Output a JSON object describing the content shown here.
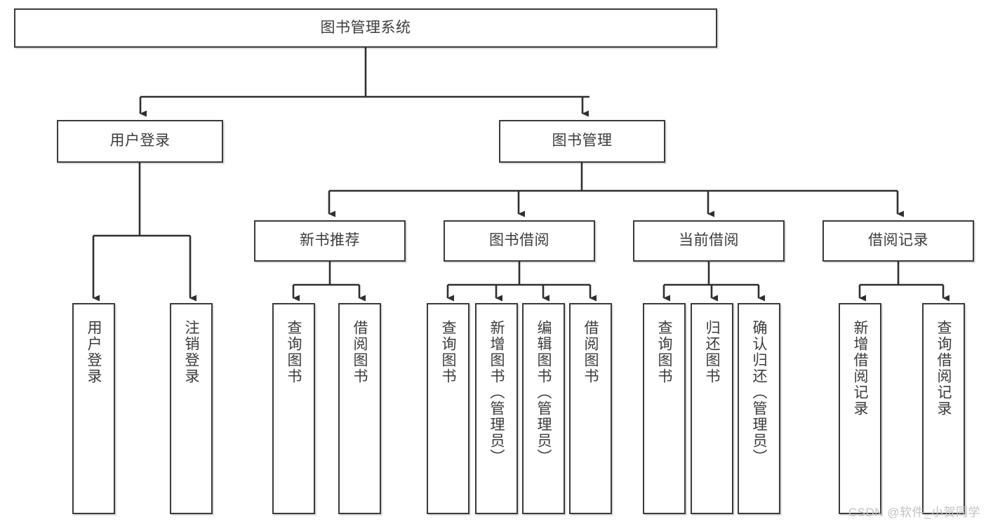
{
  "diagram": {
    "title": "图书管理系统",
    "type": "tree",
    "root": {
      "label": "图书管理系统"
    },
    "level2": [
      {
        "label": "用户登录"
      },
      {
        "label": "图书管理"
      }
    ],
    "level3": [
      {
        "label": "新书推荐",
        "parent": "图书管理"
      },
      {
        "label": "图书借阅",
        "parent": "图书管理"
      },
      {
        "label": "当前借阅",
        "parent": "图书管理"
      },
      {
        "label": "借阅记录",
        "parent": "图书管理"
      }
    ],
    "leaves_user_login": [
      {
        "label": "用户登录"
      },
      {
        "label": "注销登录"
      }
    ],
    "leaves_new_book": [
      {
        "label": "查询图书"
      },
      {
        "label": "借阅图书"
      }
    ],
    "leaves_book_borrow": [
      {
        "label": "查询图书"
      },
      {
        "label": "新增图书（管理员）"
      },
      {
        "label": "编辑图书（管理员）"
      },
      {
        "label": "借阅图书"
      }
    ],
    "leaves_current_borrow": [
      {
        "label": "查询图书"
      },
      {
        "label": "归还图书"
      },
      {
        "label": "确认归还（管理员）"
      }
    ],
    "leaves_borrow_record": [
      {
        "label": "新增借阅记录"
      },
      {
        "label": "查询借阅记录"
      }
    ]
  },
  "watermark": {
    "text": "CSDN @软件_小贺同学"
  },
  "colors": {
    "box_border": "#3a3a3a",
    "text": "#3b3b3b",
    "line": "#2f2f2f",
    "background": "#ffffff",
    "watermark": "#c2c2c2"
  }
}
